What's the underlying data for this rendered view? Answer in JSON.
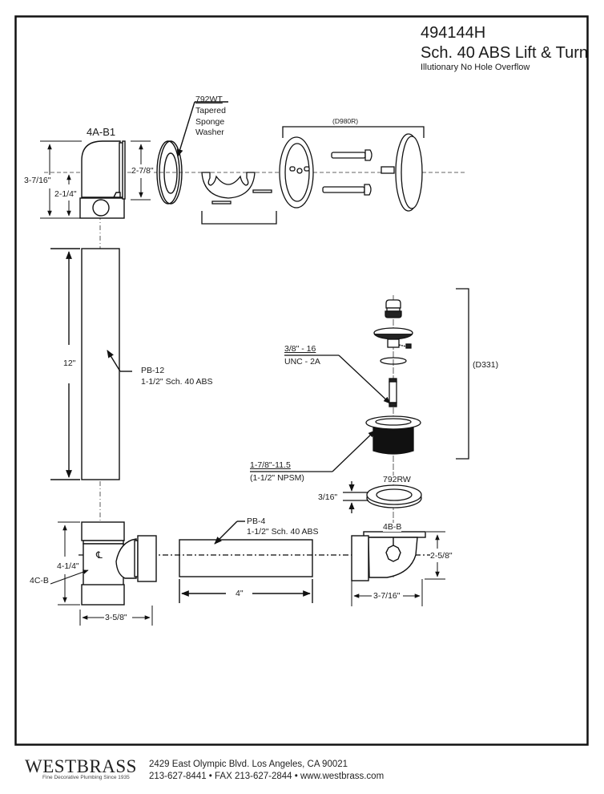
{
  "header": {
    "model_number": "494144H",
    "product_name": "Sch. 40 ABS Lift & Turn",
    "subtitle": "Illutionary No Hole Overflow"
  },
  "parts": {
    "elbow_top": {
      "part_id": "4A-B1",
      "dim_height": "3-7/16\"",
      "dim_center": "2-1/4\"",
      "dim_flange": "2-7/8\""
    },
    "sponge_washer": {
      "part_id": "792WT",
      "desc_line1": "Tapered",
      "desc_line2": "Sponge",
      "desc_line3": "Washer"
    },
    "overflow_kit": {
      "part_id": "(D980R)"
    },
    "pipe_long": {
      "part_id": "PB-12",
      "desc": "1-1/2\" Sch. 40 ABS",
      "dim_length": "12\""
    },
    "drain_kit": {
      "part_id": "(D331)",
      "thread_label_line1": "3/8\" - 16",
      "thread_label_line2": "UNC - 2A",
      "body_thread_line1": "1-7/8\"-11.5",
      "body_thread_line2": "(1-1/2\" NPSM)"
    },
    "rubber_washer": {
      "part_id": "792RW",
      "dim_thickness": "3/16\""
    },
    "tee": {
      "part_id": "4C-B",
      "dim_height": "4-1/4\"",
      "dim_width": "3-5/8\"",
      "centerline_symbol": "℄"
    },
    "pipe_short": {
      "part_id": "PB-4",
      "desc": "1-1/2\" Sch. 40 ABS",
      "dim_length": "4\""
    },
    "shoe": {
      "part_id": "4B-B",
      "dim_height": "2-5/8\"",
      "dim_width": "3-7/16\""
    }
  },
  "footer": {
    "brand": "WESTBRASS",
    "tagline": "Fine Decorative Plumbing Since 1935",
    "address": "2429 East Olympic Blvd. Los Angeles, CA  90021",
    "contact": "213-627-8441 • FAX 213-627-2844 • www.westbrass.com"
  }
}
